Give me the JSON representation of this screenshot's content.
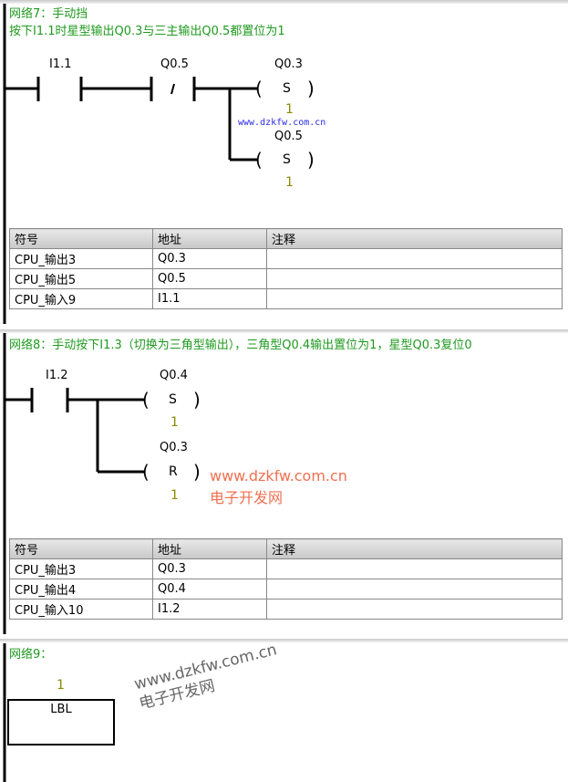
{
  "networks": [
    {
      "title": "网络7：手动挡",
      "comment": "按下I1.1时星型输出Q0.3与三主输出Q0.5都置位为1",
      "contacts": [
        {
          "addr": "I1.1",
          "type": "NO"
        },
        {
          "addr": "Q0.5",
          "type": "NC",
          "symbol": "/"
        }
      ],
      "coils": [
        {
          "addr": "Q0.3",
          "op": "S",
          "n": "1"
        },
        {
          "addr": "Q0.5",
          "op": "S",
          "n": "1"
        }
      ],
      "table": {
        "headers": [
          "符号",
          "地址",
          "注释"
        ],
        "rows": [
          [
            "CPU_输出3",
            "Q0.3",
            ""
          ],
          [
            "CPU_输出5",
            "Q0.5",
            ""
          ],
          [
            "CPU_输入9",
            "I1.1",
            ""
          ]
        ]
      }
    },
    {
      "title": "网络8：手动按下I1.3（切换为三角型输出），三角型Q0.4输出置位为1，星型Q0.3复位0",
      "contacts": [
        {
          "addr": "I1.2",
          "type": "NO"
        }
      ],
      "coils": [
        {
          "addr": "Q0.4",
          "op": "S",
          "n": "1"
        },
        {
          "addr": "Q0.3",
          "op": "R",
          "n": "1"
        }
      ],
      "table": {
        "headers": [
          "符号",
          "地址",
          "注释"
        ],
        "rows": [
          [
            "CPU_输出3",
            "Q0.3",
            ""
          ],
          [
            "CPU_输出4",
            "Q0.4",
            ""
          ],
          [
            "CPU_输入10",
            "I1.2",
            ""
          ]
        ]
      }
    },
    {
      "title": "网络9：",
      "box": {
        "n": "1",
        "label": "LBL"
      }
    }
  ],
  "watermarks": {
    "small": "www.dzkfw.com.cn",
    "url": "www.dzkfw.com.cn",
    "name": "电子开发网"
  }
}
